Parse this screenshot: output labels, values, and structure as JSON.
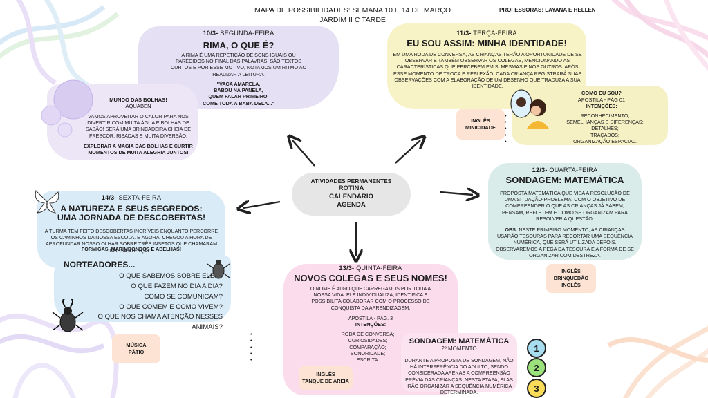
{
  "header": {
    "title": "MAPA DE POSSIBILIDADES: SEMANA 10 E 14 DE MARÇO",
    "subtitle": "JARDIM II C TARDE",
    "teachers": "PROFESSORAS: LAYANA E HELLEN"
  },
  "center": {
    "line1": "ATIVIDADES PERMANENTES",
    "line2": "ROTINA",
    "line3": "CALENDÁRIO",
    "line4": "AGENDA"
  },
  "monday": {
    "date_num": "10/3-",
    "date_day": "SEGUNDA-FEIRA",
    "title": "RIMA, O QUE É?",
    "body": "A RIMA É UMA REPETIÇÃO DE SONS IGUAIS OU PARECIDOS NO FINAL DAS PALAVRAS. SÃO TEXTOS CURTOS E POR ESSE MOTIVO, NOTAMOS UM RITMO AO REALIZAR A LEITURA.",
    "quote1": "\"VACA AMARELA,",
    "quote2": "BABOU NA PANELA,",
    "quote3": "QUEM FALAR PRIMEIRO,",
    "quote4": "COME TODA A BABA DELA...\""
  },
  "bubbles": {
    "title": "MUNDO DAS BOLHAS!",
    "subtitle": "AQUABEN",
    "body": "VAMOS APROVEITAR O CALOR PARA NOS DIVERTIR COM MUITA ÁGUA E BOLHAS DE SABÃO! SERÁ UMA BRINCADEIRA CHEIA DE FRESCOR, RISADAS E MUITA DIVERSÃO.",
    "closing": "EXPLORAR A MAGIA DAS BOLHAS E CURTIR MOMENTOS DE MUITA ALEGRIA JUNTOS!"
  },
  "tuesday": {
    "date_num": "11/3-",
    "date_day": "TERÇA-FEIRA",
    "title": "EU SOU ASSIM: MINHA IDENTIDADE!",
    "body": "EM UMA RODA DE CONVERSA, AS CRIANÇAS TERÃO A OPORTUNIDADE DE SE OBSERVAR E TAMBÉM OBSERVAR OS COLEGAS, MENCIONANDO AS CARACTERÍSTICAS QUE PERCEBEM EM SI MESMAS E NOS OUTROS. APÓS ESSE MOMENTO DE TROCA E REFLEXÃO, CADA CRIANÇA REGISTRARÁ SUAS OBSERVAÇÕES COM A ELABORAÇÃO DE UM DESENHO QUE TRADUZA A SUA IDENTIDADE.",
    "tag1": "INGLÊS",
    "tag2": "MINICIDADE"
  },
  "identity_card": {
    "title": "COMO EU SOU?",
    "apostila": "APOSTILA - PÁG 01",
    "intentions_label": "INTENÇÕES:",
    "items": [
      "RECONHECIMENTO;",
      "SEMELHANÇAS E DIFERENÇAS;",
      "DETALHES;",
      "TRAÇADOS;",
      "ORGANIZAÇÃO ESPACIAL."
    ]
  },
  "wednesday": {
    "date_num": "12/3-",
    "date_day": "QUARTA-FEIRA",
    "title": "SONDAGEM: MATEMÁTICA",
    "body": "PROPOSTA MATEMÁTICA QUE VISA A RESOLUÇÃO DE UMA SITUAÇÃO-PROBLEMA, COM O OBJETIVO DE COMPREENDER O QUE AS CRIANÇAS JÁ SABEM, PENSAM, REFLETEM E COMO SE ORGANIZAM PARA RESOLVER A QUESTÃO.",
    "obs_label": "OBS:",
    "obs": "NESTE PRIMEIRO MOMENTO, AS CRIANÇAS USARÃO TESOURAS PARA RECORTAR UMA SEQUÊNCIA NUMÉRICA, QUE SERÁ UTILIZADA DEPOIS. OBSERVAREMOS A PEGA DA TESOURA E A FORMA DE SE ORGANIZAR COM  DESTREZA.",
    "tag1": "INGLÊS",
    "tag2": "BRINQUEDÃO",
    "tag3": "INGLÊS"
  },
  "thursday": {
    "date_num": "13/3-",
    "date_day": "QUINTA-FEIRA",
    "title": "NOVOS COLEGAS E SEUS NOMES!",
    "body": "O NOME É ALGO QUE CARREGAMOS POR TODA A NOSSA VIDA. ELE INDIVIDUALIZA, IDENTIFICA E POSSIBILITA COLABORAR COM O PROCESSO DE CONQUISTA DA APRENDIZAGEM.",
    "apostila": "APOSTILA - PÁG. 3",
    "intentions_label": "INTENÇÕES:",
    "items": [
      "RODA DE CONVERSA;",
      "CURIOSIDADES;",
      "COMPARAÇÃO;",
      "SONORIDADE;",
      "ESCRITA."
    ],
    "tag1": "INGLÊS",
    "tag2": "TANQUE DE AREIA"
  },
  "sondagem2": {
    "title": "SONDAGEM: MATEMÁTICA",
    "moment": "2º MOMENTO",
    "body": "DURANTE A PROPOSTA DE SONDAGEM, NÃO HÁ INTERFERÊNCIA DO ADULTO, SENDO CONSIDERADA APENAS A COMPREENSÃO PRÉVIA DAS CRIANÇAS. NESTA ETAPA, ELAS IRÃO ORGANIZAR A SEQUÊNCIA NUMÉRICA DETERMINADA.",
    "n1": "1",
    "n2": "2",
    "n3": "3"
  },
  "friday": {
    "date_num": "14/3-",
    "date_day": "SEXTA-FEIRA",
    "title1": "A NATUREZA E SEUS SEGREDOS:",
    "title2": "UMA JORNADA DE DESCOBERTAS!",
    "body": "A TURMA TEM FEITO DESCOBERTAS INCRÍVEIS ENQUANTO PERCORRE OS CAMINHOS DA NOSSA ESCOLA. E AGORA, CHEGOU A HORA DE APROFUNDAR NOSSO OLHAR SOBRE TRÊS INSETOS QUE CHAMARAM NOSSA ATENÇÃO:",
    "insects": "FORMIGAS, MARIMBONDOS E ABELHAS!",
    "guides_title": "NORTEADORES...",
    "questions": [
      "O QUE SABEMOS SOBRE ELES?",
      "O QUE FAZEM NO DIA A DIA?",
      "COMO SE COMUNICAM?",
      "O QUE COMEM E COMO VIVEM?",
      "O QUE NOS CHAMA ATENÇÃO NESSES ANIMAIS?"
    ],
    "tag1": "MÚSICA",
    "tag2": "PÁTIO"
  },
  "colors": {
    "lilac": "#e6e0f5",
    "yellow": "#f8f3c6",
    "teal": "#d9ecea",
    "pink": "#fbdcec",
    "blue": "#d9ebf7",
    "peach": "#fde3d3",
    "gray": "#e6e6e6"
  }
}
